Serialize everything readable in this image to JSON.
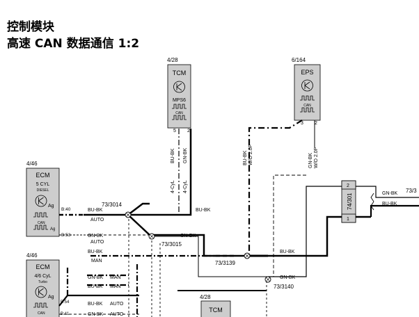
{
  "title": "控制模块",
  "subtitle": "高速 CAN 数据通信 1:2",
  "modules": {
    "tcm_top": {
      "ref": "4/28",
      "name": "TCM",
      "sub": "MPS6",
      "can": "CAN",
      "pin_a": "5",
      "pin_b": "2"
    },
    "eps": {
      "ref": "6/164",
      "name": "EPS",
      "can": "CAN",
      "pin_a": "3",
      "pin_b": "2"
    },
    "ecm5": {
      "ref": "4/46",
      "name": "ECM",
      "l1": "5 CYL",
      "l2": "DIESEL",
      "ag": "Ag",
      "can": "CAN",
      "pin_a": "B:40",
      "pin_b": "B:53"
    },
    "ecm46": {
      "ref": "4/46",
      "name": "ECM",
      "l1": "4/6 CyL",
      "l2": "Turbo",
      "ag": "Ag",
      "can": "CAN",
      "pin_a": "B:54",
      "pin_b": "B:41"
    },
    "tcm_bottom": {
      "ref": "4/28",
      "name": "TCM"
    },
    "connector": {
      "ref": "74/301",
      "pin_top": "2",
      "pin_bottom": "1"
    }
  },
  "vertical_labels": {
    "tcm_bubk": "BU-BK",
    "tcm_gnbk": "GN-BK",
    "tcm_4cyl_a": "4-CyL",
    "tcm_4cyl_b": "4-CyL",
    "eps_bubk": "BU-BK",
    "eps_wo1": "W/O 2.0P",
    "eps_gnbk": "GN-BK",
    "eps_wo2": "W/O 2.0P"
  },
  "splices": {
    "s3014": "73/3014",
    "s3015": "73/3015",
    "s3139": "73/3139",
    "s3140": "73/3140",
    "s_right": "73/3"
  },
  "wire_labels": {
    "w1": "BU-BK",
    "w1b": "AUTO",
    "w2": "BU-BK",
    "w3": "GN-BK",
    "w3b": "AUTO",
    "w4": "GN-BK",
    "w5": "BU-BK",
    "w5b": "MAN",
    "w6": "BU-BK",
    "w7": "GN-BK",
    "w7b": "MAN",
    "w8": "GN-BK",
    "w9": "BU-BK",
    "w9b": "MAN",
    "w10": "BU-BK",
    "w10b": "AUTO",
    "w11": "GN-BK",
    "w11b": "AUTO",
    "w12": "GN-BK",
    "w13": "BU-BK"
  },
  "colors": {
    "box_fill": "#cdcdcd",
    "line": "#000000"
  }
}
